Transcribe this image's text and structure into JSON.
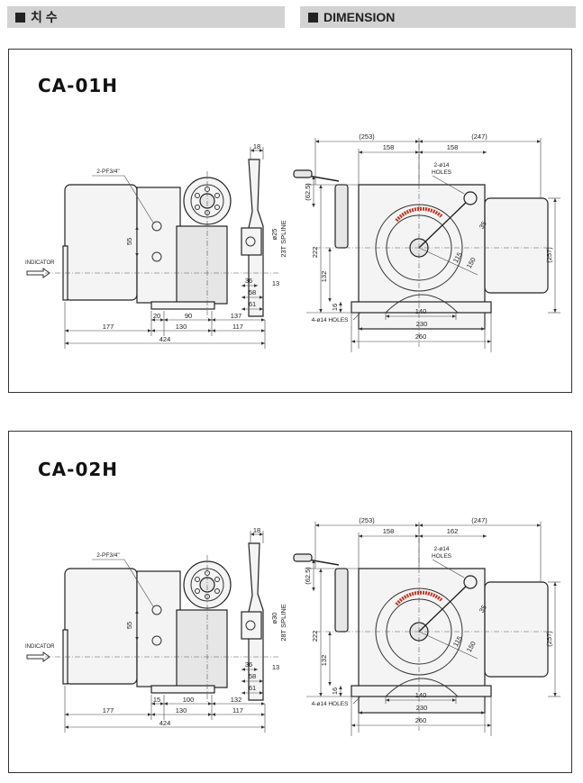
{
  "headers": {
    "left": "치 수",
    "right": "DIMENSION"
  },
  "drawings": [
    {
      "model": "CA-01H",
      "side": {
        "indicator": "INDICATOR",
        "port": "2-PF3/4\"",
        "top_dim": "18",
        "shaft_dia": "ø25",
        "spline": "23T SPLINE",
        "d55": "55",
        "d36": "36",
        "d13": "13",
        "d58": "58",
        "d61": "61",
        "d20": "20",
        "d90": "90",
        "d137": "137",
        "d177": "177",
        "d130": "130",
        "d117": "117",
        "d424": "424"
      },
      "front": {
        "d253": "(253)",
        "d247": "(247)",
        "d158a": "158",
        "d158b": "158",
        "holes_top": "2-ø14",
        "holes_top2": "HOLES",
        "d625": "(62.5)",
        "d222": "222",
        "d132": "132",
        "d16": "16",
        "d35": "35",
        "d115": "115",
        "d150": "150",
        "d257": "(257)",
        "holes_bottom": "4-ø14  HOLES",
        "d140": "140",
        "d230": "230",
        "d260": "260"
      }
    },
    {
      "model": "CA-02H",
      "side": {
        "indicator": "INDICATOR",
        "port": "2-PF3/4\"",
        "top_dim": "18",
        "shaft_dia": "ø30",
        "spline": "28T SPLINE",
        "d55": "55",
        "d36": "36",
        "d13": "13",
        "d58": "58",
        "d61": "61",
        "d20": "15",
        "d90": "100",
        "d137": "132",
        "d177": "177",
        "d130": "130",
        "d117": "117",
        "d424": "424"
      },
      "front": {
        "d253": "(253)",
        "d247": "(247)",
        "d158a": "158",
        "d158b": "162",
        "holes_top": "2-ø14",
        "holes_top2": "HOLES",
        "d625": "(62.5)",
        "d222": "222",
        "d132": "132",
        "d16": "16",
        "d35": "35",
        "d115": "115",
        "d150": "150",
        "d257": "(257)",
        "holes_bottom": "4-ø14  HOLES",
        "d140": "140",
        "d230": "230",
        "d260": "260"
      }
    }
  ]
}
